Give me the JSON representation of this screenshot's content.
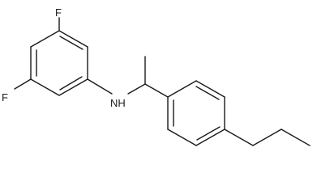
{
  "molecule": {
    "atoms": {
      "fluorine_top": "F",
      "fluorine_left": "F",
      "amine": "NH"
    }
  }
}
